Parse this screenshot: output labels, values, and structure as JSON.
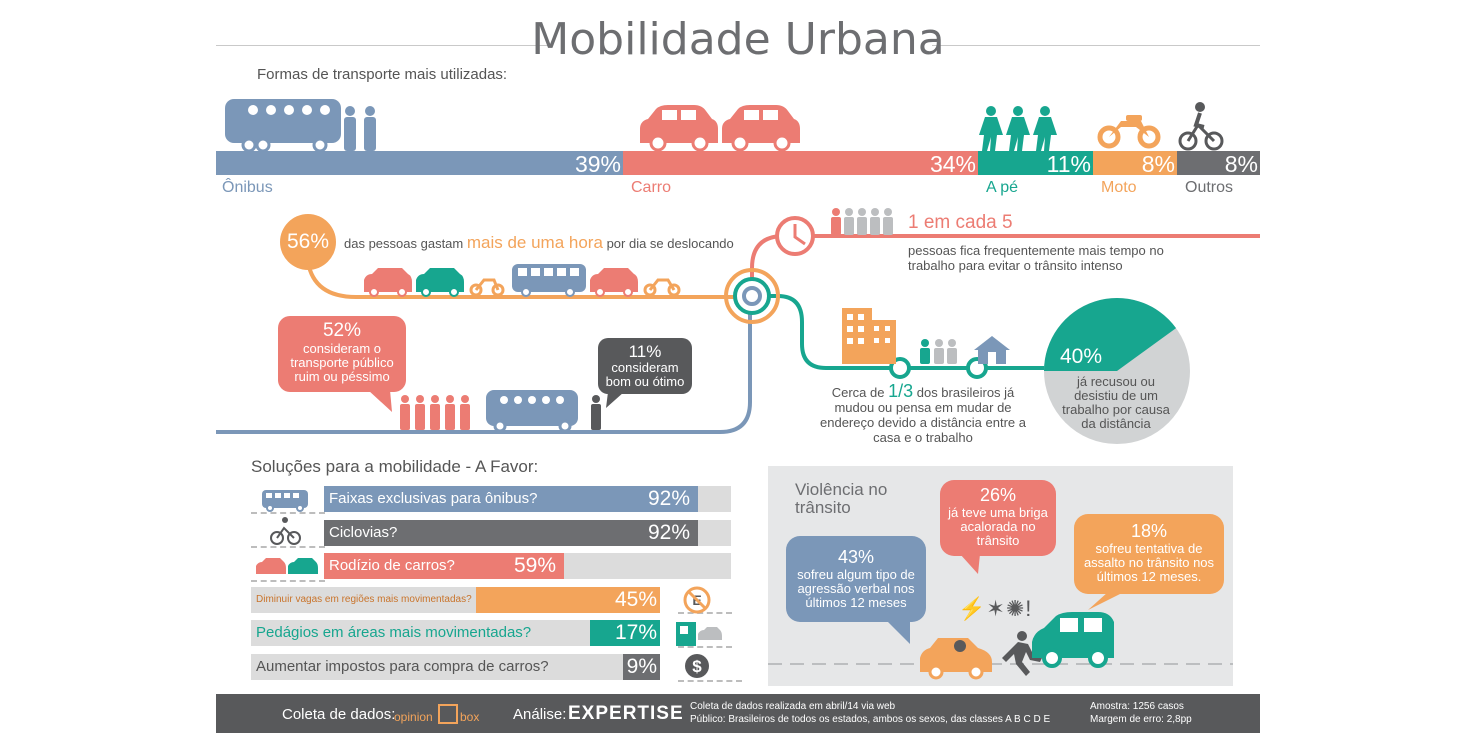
{
  "title": "Mobilidade Urbana",
  "transport": {
    "subtitle": "Formas de transporte mais utilizadas:",
    "items": [
      {
        "label": "Ônibus",
        "pct": "39%",
        "value": 39,
        "color": "#7b97b8"
      },
      {
        "label": "Carro",
        "pct": "34%",
        "value": 34,
        "color": "#ec7c73"
      },
      {
        "label": "A pé",
        "pct": "11%",
        "value": 11,
        "color": "#17a68f"
      },
      {
        "label": "Moto",
        "pct": "8%",
        "value": 8,
        "color": "#f3a45b"
      },
      {
        "label": "Outros",
        "pct": "8%",
        "value": 8,
        "color": "#6d6e71"
      }
    ]
  },
  "stat56": {
    "pct": "56%",
    "pre": "das pessoas gastam",
    "highlight": "mais de uma hora",
    "post": "por dia se deslocando"
  },
  "stat52": {
    "pct": "52%",
    "text": "consideram o transporte público ruim ou péssimo"
  },
  "stat11": {
    "pct": "11%",
    "text": "consideram bom ou ótimo"
  },
  "stat1in5": {
    "head": "1 em cada 5",
    "text": "pessoas fica frequentemente mais tempo no trabalho para evitar o trânsito intenso"
  },
  "stat13": {
    "pre": "Cerca de",
    "frac": "1/3",
    "post": "dos brasileiros já mudou ou pensa em mudar de endereço devido a distância entre a casa e o trabalho"
  },
  "stat40": {
    "pct": "40%",
    "value": 40,
    "text": "já recusou ou desistiu de um trabalho por causa da distância"
  },
  "solutions": {
    "title": "Soluções para a mobilidade - A Favor:",
    "items": [
      {
        "label": "Faixas exclusivas para ônibus?",
        "pct": "92%",
        "value": 92,
        "color": "#7b97b8",
        "small": false
      },
      {
        "label": "Ciclovias?",
        "pct": "92%",
        "value": 92,
        "color": "#6d6e71",
        "small": false
      },
      {
        "label": "Rodízio de carros?",
        "pct": "59%",
        "value": 59,
        "color": "#ec7c73",
        "small": false
      },
      {
        "label": "Diminuir vagas em regiões mais movimentadas?",
        "pct": "45%",
        "value": 45,
        "color": "#f3a45b",
        "small": true
      },
      {
        "label": "Pedágios em áreas mais movimentadas?",
        "pct": "17%",
        "value": 17,
        "color": "#17a68f",
        "small": false
      },
      {
        "label": "Aumentar impostos para compra de carros?",
        "pct": "9%",
        "value": 9,
        "color": "#6d6e71",
        "small": false
      }
    ]
  },
  "violence": {
    "title": "Violência no trânsito",
    "b43": {
      "pct": "43%",
      "text": "sofreu algum tipo de agressão verbal nos últimos 12 meses"
    },
    "b26": {
      "pct": "26%",
      "text": "já teve uma briga acalorada no trânsito"
    },
    "b18": {
      "pct": "18%",
      "text": "sofreu tentativa de assalto no trânsito nos últimos 12 meses."
    },
    "symbols": "⚡✶✺!"
  },
  "footer": {
    "coleta": "Coleta de dados:",
    "brand1": "opinion",
    "brand2": "box",
    "analise": "Análise:",
    "brand3": "EXPERTISE",
    "note1": "Coleta de dados realizada em abril/14 via web",
    "note2": "Público: Brasileiros de todos os estados, ambos os sexos, das classes A B C D E",
    "amostra": "Amostra: 1256 casos",
    "margem": "Margem de erro: 2,8pp"
  },
  "chart_data": [
    {
      "type": "bar",
      "title": "Formas de transporte mais utilizadas:",
      "categories": [
        "Ônibus",
        "Carro",
        "A pé",
        "Moto",
        "Outros"
      ],
      "values": [
        39,
        34,
        11,
        8,
        8
      ]
    },
    {
      "type": "bar",
      "title": "Soluções para a mobilidade - A Favor:",
      "categories": [
        "Faixas exclusivas para ônibus?",
        "Ciclovias?",
        "Rodízio de carros?",
        "Diminuir vagas em regiões mais movimentadas?",
        "Pedágios em áreas mais movimentadas?",
        "Aumentar impostos para compra de carros?"
      ],
      "values": [
        92,
        92,
        59,
        45,
        17,
        9
      ],
      "ylim": [
        0,
        100
      ]
    },
    {
      "type": "pie",
      "categories": [
        "já recusou ou desistiu de um trabalho por causa da distância"
      ],
      "values": [
        40
      ]
    }
  ]
}
